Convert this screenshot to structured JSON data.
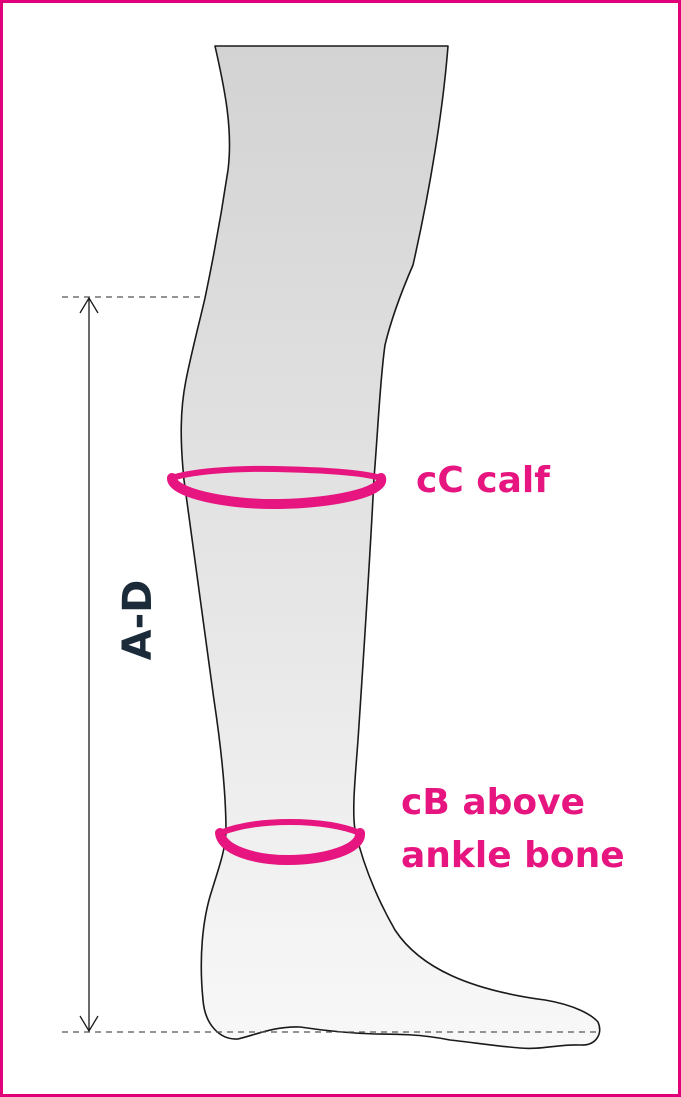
{
  "labels": {
    "calf": "cC calf",
    "ankle_line1": "cB above",
    "ankle_line2": "ankle bone",
    "dimension": "A-D"
  },
  "colors": {
    "accent": "#e6157f",
    "border": "#e0007a",
    "text_dark": "#1c2b3a",
    "outline": "#1a1a1a",
    "leg_fill_top": "#d4d4d4",
    "leg_fill_bottom": "#f7f7f7",
    "guide_line": "#555555"
  }
}
